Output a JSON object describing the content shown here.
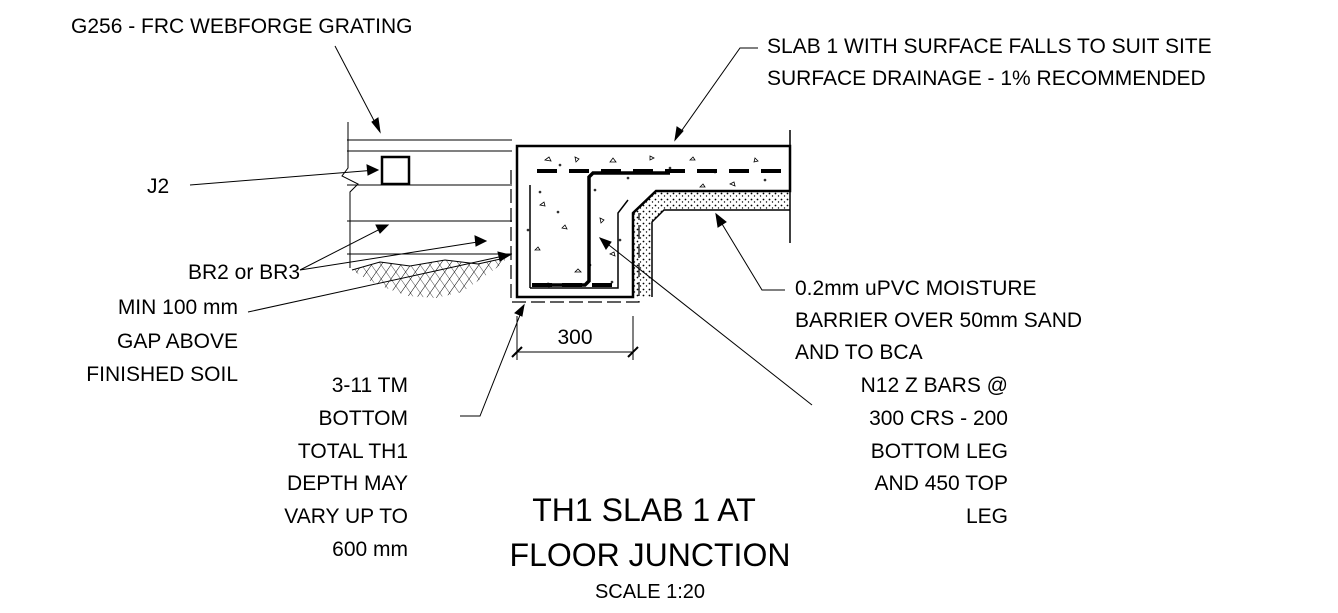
{
  "labels": {
    "grating": "G256 - FRC WEBFORGE GRATING",
    "slab_line1": "SLAB 1 WITH SURFACE FALLS TO SUIT SITE",
    "slab_line2": "SURFACE DRAINAGE - 1% RECOMMENDED",
    "j2": "J2",
    "bearer": "BR2 or BR3",
    "gap_line1": "MIN 100 mm",
    "gap_line2": "GAP ABOVE",
    "gap_line3": "FINISHED SOIL",
    "membrane_line1": "0.2mm uPVC MOISTURE",
    "membrane_line2": "BARRIER OVER 50mm SAND",
    "membrane_line3": "AND TO BCA",
    "tm_line1": "3-11 TM",
    "tm_line2": "BOTTOM",
    "tm_line3": "TOTAL TH1",
    "tm_line4": "DEPTH MAY",
    "tm_line5": "VARY UP TO",
    "tm_line6": "600 mm",
    "zbar_line1": "N12 Z BARS @",
    "zbar_line2": "300 CRS - 200",
    "zbar_line3": "BOTTOM LEG",
    "zbar_line4": "AND 450 TOP",
    "zbar_line5": "LEG"
  },
  "dimension": {
    "width_value": "300"
  },
  "title": {
    "line1": "TH1 SLAB 1 AT",
    "line2": "FLOOR JUNCTION",
    "scale": "SCALE 1:20"
  }
}
